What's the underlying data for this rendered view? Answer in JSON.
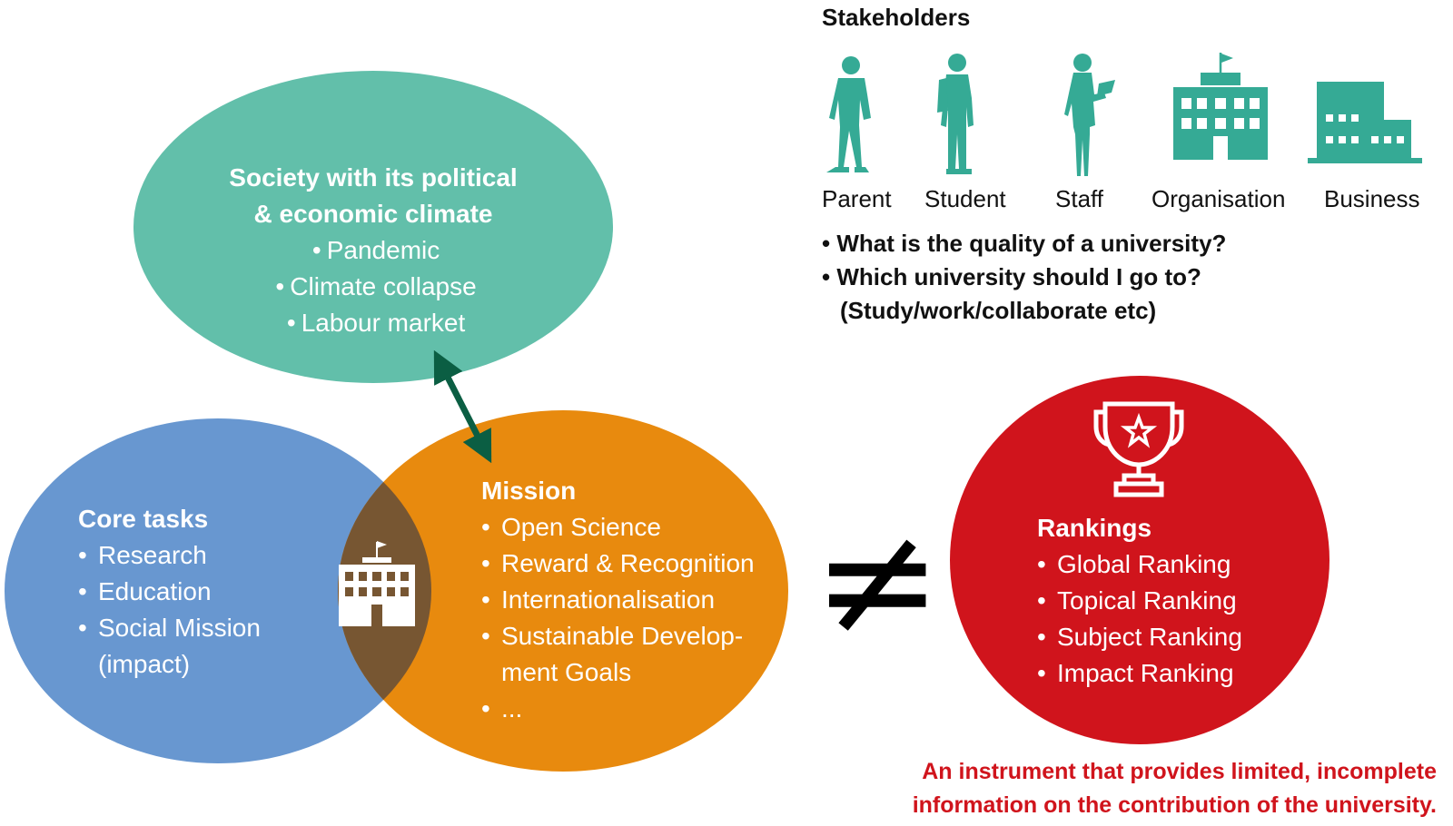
{
  "society": {
    "title_line1": "Society with its political",
    "title_line2": "& economic climate",
    "items": [
      "Pandemic",
      "Climate collapse",
      "Labour market"
    ]
  },
  "core": {
    "title": "Core tasks",
    "items": [
      "Research",
      "Education",
      "Social Mission"
    ],
    "item_cont": "(impact)"
  },
  "mission": {
    "title": "Mission",
    "items": [
      "Open Science",
      "Reward & Recognition",
      "Internationalisation",
      "Sustainable Develop-"
    ],
    "item_cont": "ment Goals",
    "last": "..."
  },
  "rankings": {
    "title": "Rankings",
    "items": [
      "Global Ranking",
      "Topical Ranking",
      "Subject Ranking",
      "Impact Ranking"
    ]
  },
  "stakeholders": {
    "title": "Stakeholders",
    "labels": [
      "Parent",
      "Student",
      "Staff",
      "Organisation",
      "Business"
    ],
    "questions": [
      "What is the quality of a university?",
      "Which university should I go to?"
    ],
    "question_cont": "(Study/work/collaborate etc)"
  },
  "bullet": "•",
  "neq_symbol": "≠",
  "footnote": {
    "line1": "An instrument that provides limited, incomplete",
    "line2": "information on the contribution of the university."
  },
  "colors": {
    "society": "#62bfaa",
    "core": "#6897d0",
    "mission": "#e88a0e",
    "overlap": "#775632",
    "rankings": "#d0141c",
    "arrow": "#0b5e43",
    "icons": "#35aa95"
  },
  "icons": [
    "parent-icon",
    "student-icon",
    "staff-icon",
    "organisation-building-icon",
    "business-building-icon",
    "university-building-icon",
    "trophy-icon",
    "double-arrow-icon",
    "not-equal-icon"
  ]
}
